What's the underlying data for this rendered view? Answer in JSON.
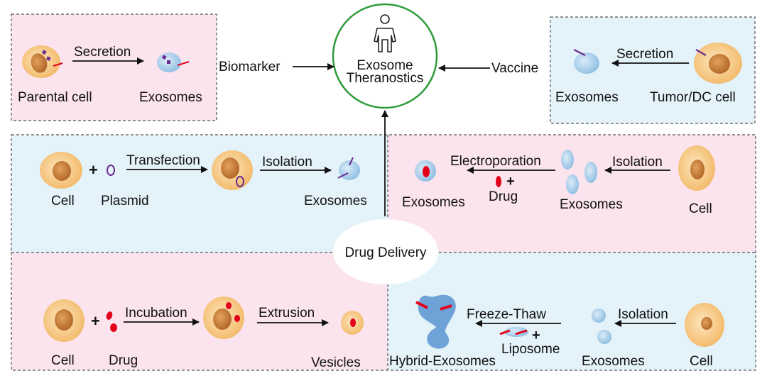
{
  "center": {
    "title_line1": "Exosome",
    "title_line2": "Theranostics"
  },
  "links": {
    "biomarker": "Biomarker",
    "vaccine": "Vaccine",
    "drug_delivery": "Drug Delivery"
  },
  "biomarker_panel": {
    "secretion": "Secretion",
    "parental_cell": "Parental cell",
    "exosomes": "Exosomes"
  },
  "vaccine_panel": {
    "secretion": "Secretion",
    "exosomes": "Exosomes",
    "tumor_dc_cell": "Tumor/DC cell"
  },
  "transfection_panel": {
    "plus": "+",
    "transfection": "Transfection",
    "isolation": "Isolation",
    "cell": "Cell",
    "plasmid": "Plasmid",
    "exosomes": "Exosomes"
  },
  "electroporation_panel": {
    "electroporation": "Electroporation",
    "isolation": "Isolation",
    "drug": "Drug",
    "plus": "+",
    "exosomes_left": "Exosomes",
    "exosomes_mid": "Exosomes",
    "cell": "Cell"
  },
  "incubation_panel": {
    "plus": "+",
    "incubation": "Incubation",
    "extrusion": "Extrusion",
    "cell": "Cell",
    "drug": "Drug",
    "vesicles": "Vesicles"
  },
  "freeze_thaw_panel": {
    "freeze_thaw": "Freeze-Thaw",
    "isolation": "Isolation",
    "plus": "+",
    "liposome": "Liposome",
    "hybrid_exosomes": "Hybrid-Exosomes",
    "exosomes": "Exosomes",
    "cell": "Cell"
  },
  "colors": {
    "pink_panel": "#fbe4ee",
    "blue_panel": "#e4f2f9",
    "center_ring": "#2e9b3a",
    "cell_outer": "#f6c98a",
    "cell_nucleus": "#c77a34",
    "exosome": "#a9cfe9",
    "drug_red": "#e3001b",
    "marker_purple": "#6a2a8e"
  }
}
